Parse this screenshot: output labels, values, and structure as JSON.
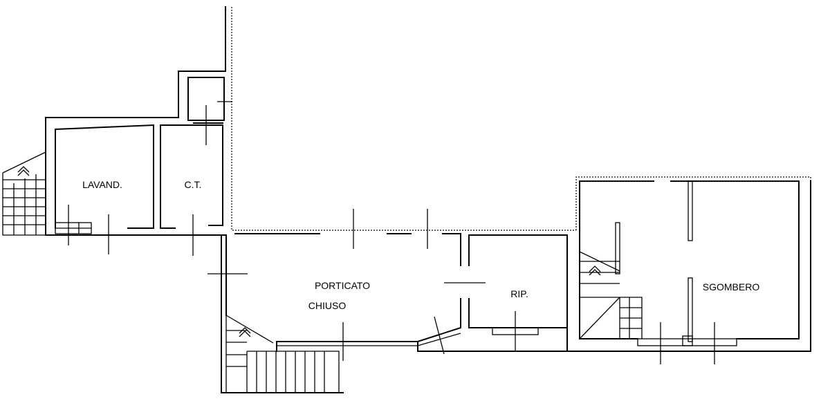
{
  "rooms": {
    "lavanderia": "LAVAND.",
    "centrale_termica": "C.T.",
    "porticato_line1": "PORTICATO",
    "porticato_line2": "CHIUSO",
    "ripostiglio": "RIP.",
    "sgombero": "SGOMBERO"
  },
  "colors": {
    "line": "#000000",
    "background": "#ffffff"
  }
}
